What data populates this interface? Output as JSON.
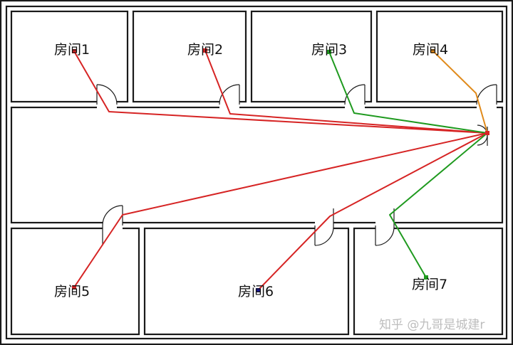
{
  "plan": {
    "rooms": [
      {
        "id": "1",
        "label": "房间1"
      },
      {
        "id": "2",
        "label": "房间2"
      },
      {
        "id": "3",
        "label": "房间3"
      },
      {
        "id": "4",
        "label": "房间4"
      },
      {
        "id": "5",
        "label": "房间5"
      },
      {
        "id": "6",
        "label": "房间6"
      },
      {
        "id": "7",
        "label": "房间7"
      }
    ],
    "route_colors": {
      "red": "#d62424",
      "green": "#1f9a1f",
      "orange": "#e08a1a"
    },
    "marker_colors": {
      "red": "#d62424",
      "blue": "#1a1a9a",
      "green": "#1f9a1f",
      "orange": "#e08a1a"
    },
    "watermark": "知乎 @九哥是城建r"
  }
}
